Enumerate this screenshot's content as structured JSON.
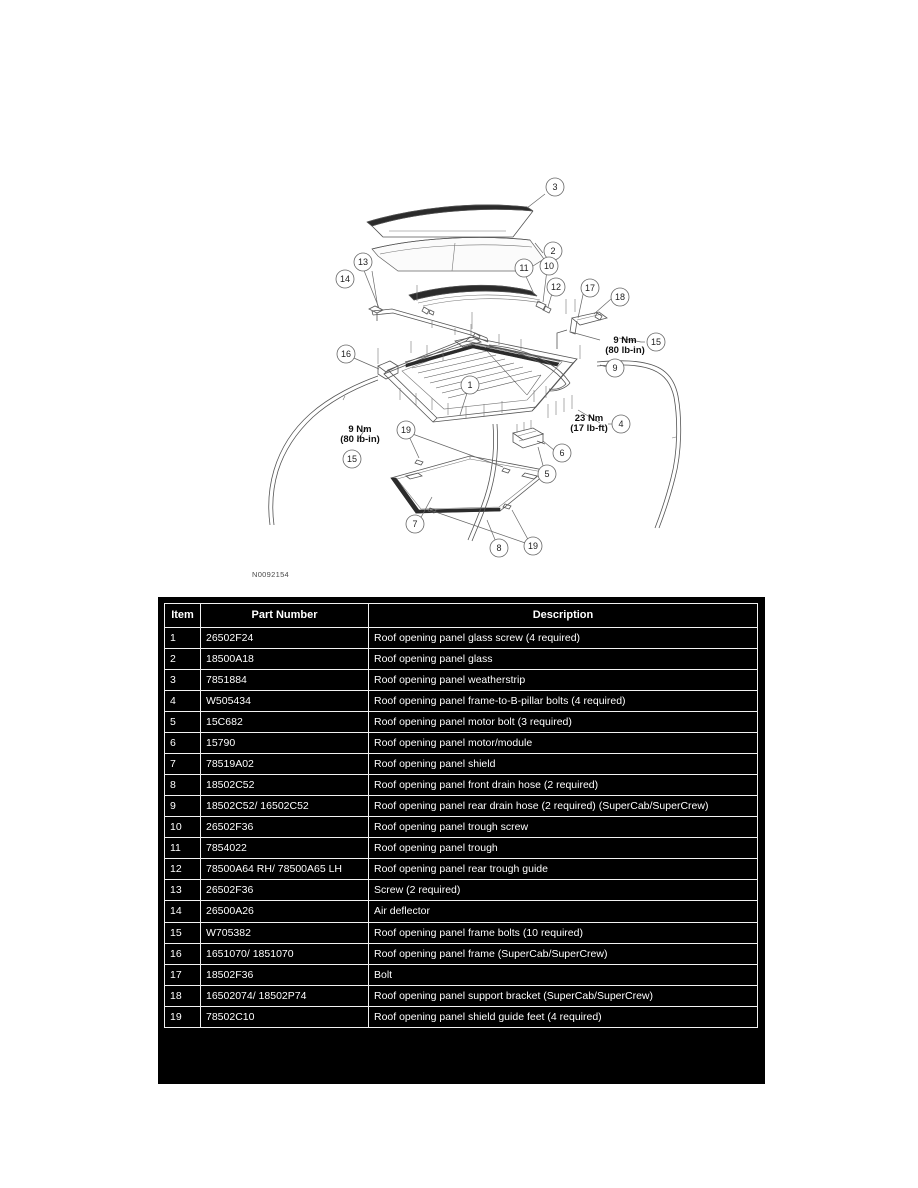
{
  "figure": {
    "id": "N0092154",
    "callouts": [
      "1",
      "2",
      "3",
      "4",
      "5",
      "6",
      "7",
      "8",
      "9",
      "10",
      "11",
      "12",
      "13",
      "14",
      "15",
      "16",
      "17",
      "18",
      "19"
    ],
    "torque_notes": [
      {
        "nm": "9 Nm",
        "imperial": "(80 lb-in)",
        "item": "15"
      },
      {
        "nm": "9 Nm",
        "imperial": "(80 lb-in)",
        "item": "15"
      },
      {
        "nm": "23 Nm",
        "imperial": "(17 lb-ft)",
        "item": "4"
      }
    ]
  },
  "table": {
    "headers": [
      "Item",
      "Part Number",
      "Description"
    ],
    "rows": [
      {
        "item": "1",
        "part": "26502F24",
        "desc": "Roof opening panel glass screw (4 required)"
      },
      {
        "item": "2",
        "part": "18500A18",
        "desc": "Roof opening panel glass"
      },
      {
        "item": "3",
        "part": "7851884",
        "desc": "Roof opening panel weatherstrip"
      },
      {
        "item": "4",
        "part": "W505434",
        "desc": "Roof opening panel frame-to-B-pillar bolts (4 required)"
      },
      {
        "item": "5",
        "part": "15C682",
        "desc": "Roof opening panel motor bolt (3 required)"
      },
      {
        "item": "6",
        "part": "15790",
        "desc": "Roof opening panel motor/module"
      },
      {
        "item": "7",
        "part": "78519A02",
        "desc": "Roof opening panel shield"
      },
      {
        "item": "8",
        "part": "18502C52",
        "desc": "Roof opening panel front drain hose (2 required)"
      },
      {
        "item": "9",
        "part": "18502C52/ 16502C52",
        "desc": "Roof opening panel rear drain hose (2 required) (SuperCab/SuperCrew)"
      },
      {
        "item": "10",
        "part": "26502F36",
        "desc": "Roof opening panel trough screw"
      },
      {
        "item": "11",
        "part": "7854022",
        "desc": "Roof opening panel trough"
      },
      {
        "item": "12",
        "part": "78500A64 RH/ 78500A65 LH",
        "desc": "Roof opening panel rear trough guide"
      },
      {
        "item": "13",
        "part": "26502F36",
        "desc": "Screw (2 required)"
      },
      {
        "item": "14",
        "part": "26500A26",
        "desc": "Air deflector"
      },
      {
        "item": "15",
        "part": "W705382",
        "desc": "Roof opening panel frame bolts (10 required)"
      },
      {
        "item": "16",
        "part": "1651070/ 1851070",
        "desc": "Roof opening panel frame (SuperCab/SuperCrew)"
      },
      {
        "item": "17",
        "part": "18502F36",
        "desc": "Bolt"
      },
      {
        "item": "18",
        "part": "16502074/ 18502P74",
        "desc": "Roof opening panel support bracket (SuperCab/SuperCrew)"
      },
      {
        "item": "19",
        "part": "78502C10",
        "desc": "Roof opening panel shield guide feet (4 required)"
      }
    ]
  },
  "colors": {
    "panel_bg": "#000000",
    "grid": "#f2f2f2",
    "text": "#ffffff",
    "line": "#555555",
    "page_bg": "#ffffff"
  }
}
